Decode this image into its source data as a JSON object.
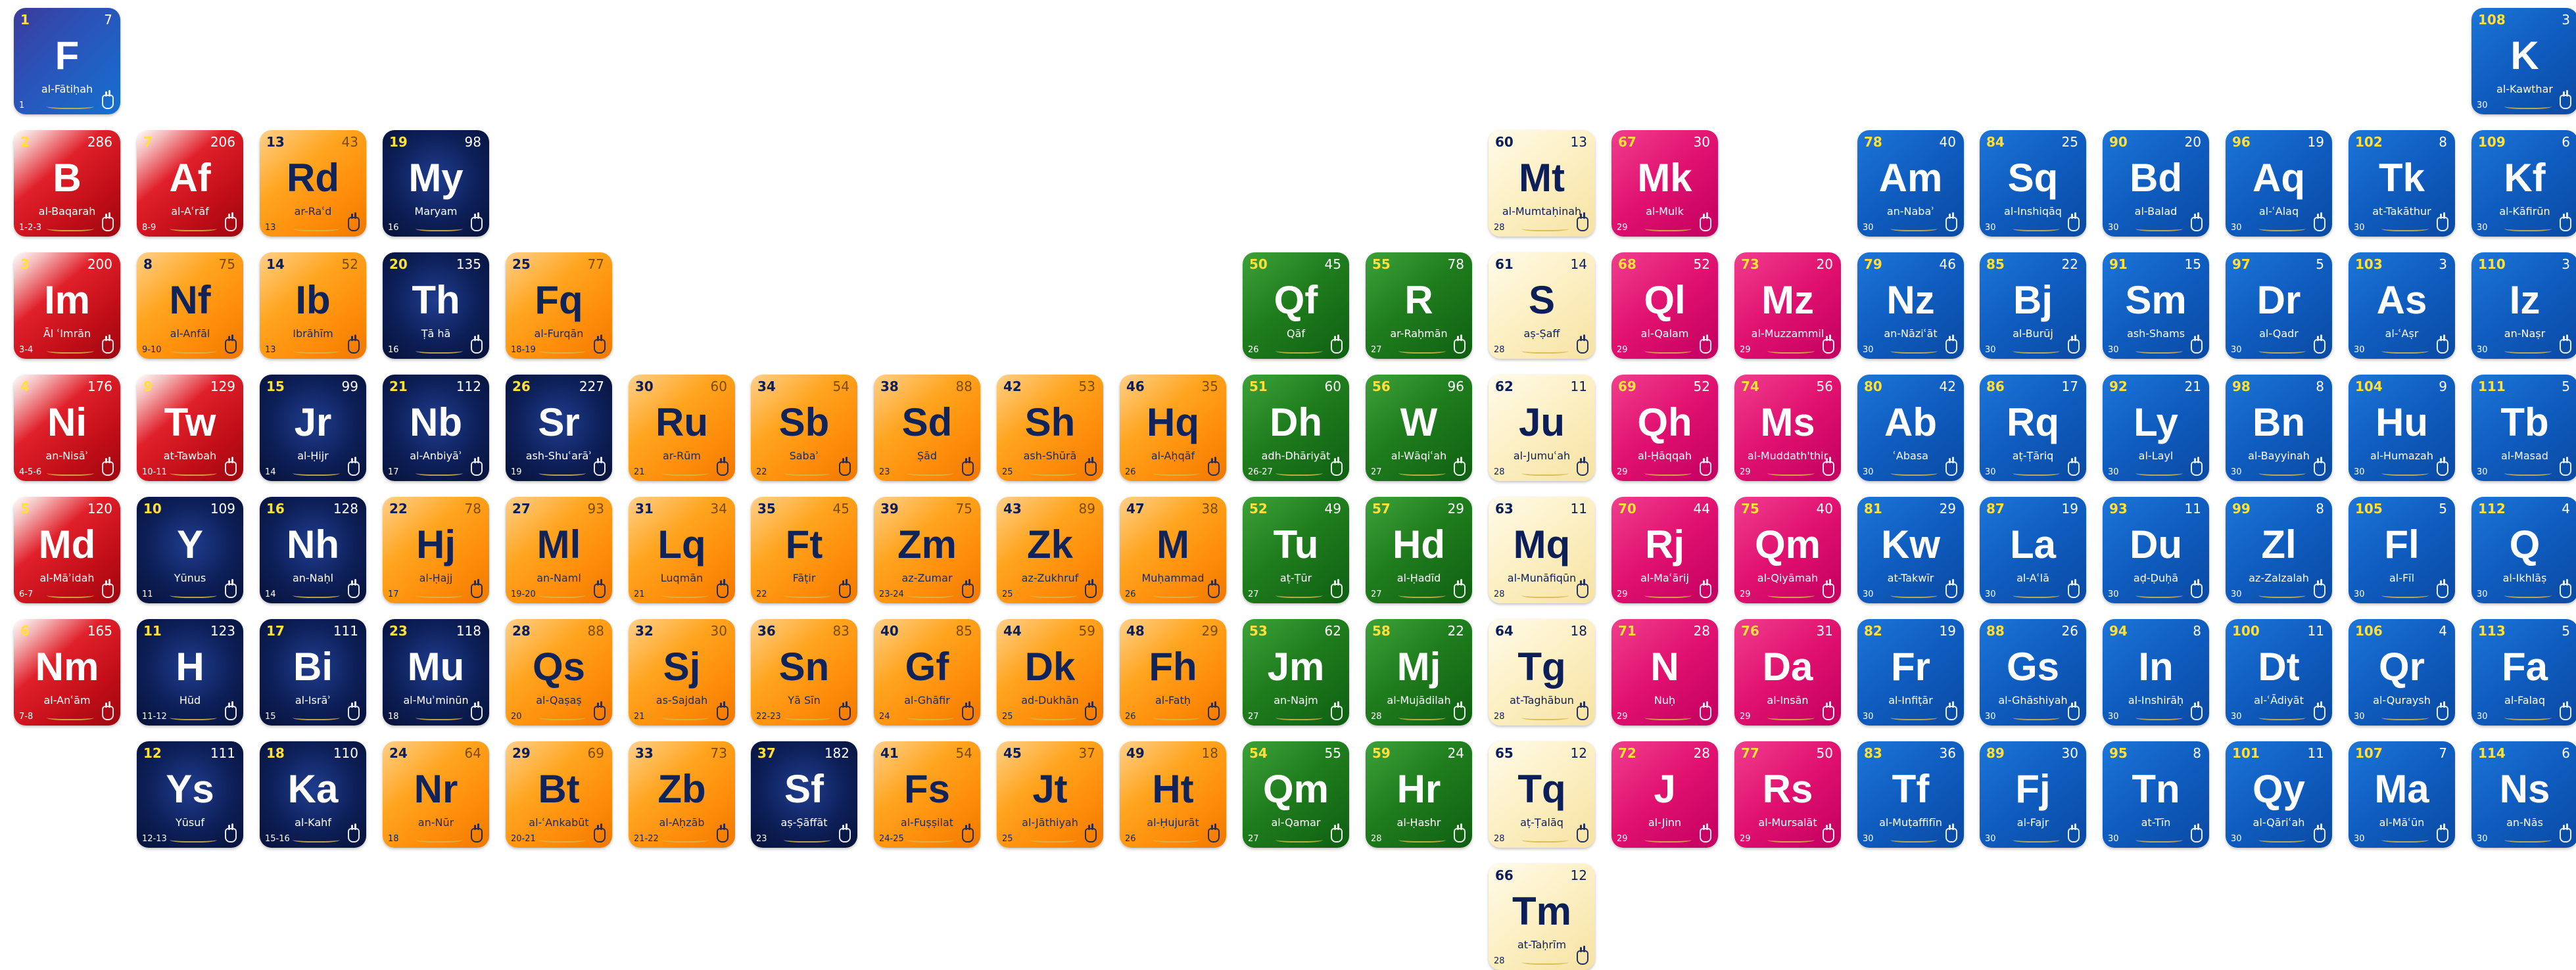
{
  "palette": {
    "red": "#d01620",
    "orange": "#ff9a14",
    "navy": "#0d1f58",
    "green": "#1f7d1d",
    "cream": "#fcefc2",
    "pink": "#e0106f",
    "blue": "#0f5cbf"
  },
  "tiles": [
    {
      "n": "1",
      "sym": "F",
      "name": "al-Fātiḥah",
      "ayah": "7",
      "juz": "1",
      "row": 0,
      "col": 0,
      "color": "fatiha"
    },
    {
      "n": "108",
      "sym": "K",
      "name": "al-Kawthar",
      "ayah": "3",
      "juz": "30",
      "row": 0,
      "col": 20,
      "color": "blue"
    },
    {
      "n": "2",
      "sym": "B",
      "name": "al-Baqarah",
      "ayah": "286",
      "juz": "1-2-3",
      "row": 1,
      "col": 0,
      "color": "red"
    },
    {
      "n": "7",
      "sym": "Af",
      "name": "al-Aʿrāf",
      "ayah": "206",
      "juz": "8-9",
      "row": 1,
      "col": 1,
      "color": "red"
    },
    {
      "n": "13",
      "sym": "Rd",
      "name": "ar-Raʿd",
      "ayah": "43",
      "juz": "13",
      "row": 1,
      "col": 2,
      "color": "orange"
    },
    {
      "n": "19",
      "sym": "My",
      "name": "Maryam",
      "ayah": "98",
      "juz": "16",
      "row": 1,
      "col": 3,
      "color": "navy"
    },
    {
      "n": "60",
      "sym": "Mt",
      "name": "al-Mumtaḥinah",
      "ayah": "13",
      "juz": "28",
      "row": 1,
      "col": 12,
      "color": "cream"
    },
    {
      "n": "67",
      "sym": "Mk",
      "name": "al-Mulk",
      "ayah": "30",
      "juz": "29",
      "row": 1,
      "col": 13,
      "color": "pink"
    },
    {
      "n": "78",
      "sym": "Am",
      "name": "an-Nabaʾ",
      "ayah": "40",
      "juz": "30",
      "row": 1,
      "col": 15,
      "color": "blue"
    },
    {
      "n": "84",
      "sym": "Sq",
      "name": "al-Inshiqāq",
      "ayah": "25",
      "juz": "30",
      "row": 1,
      "col": 16,
      "color": "blue"
    },
    {
      "n": "90",
      "sym": "Bd",
      "name": "al-Balad",
      "ayah": "20",
      "juz": "30",
      "row": 1,
      "col": 17,
      "color": "blue"
    },
    {
      "n": "96",
      "sym": "Aq",
      "name": "al-ʿAlaq",
      "ayah": "19",
      "juz": "30",
      "row": 1,
      "col": 18,
      "color": "blue"
    },
    {
      "n": "102",
      "sym": "Tk",
      "name": "at-Takāthur",
      "ayah": "8",
      "juz": "30",
      "row": 1,
      "col": 19,
      "color": "blue"
    },
    {
      "n": "109",
      "sym": "Kf",
      "name": "al-Kāfirūn",
      "ayah": "6",
      "juz": "30",
      "row": 1,
      "col": 20,
      "color": "blue"
    },
    {
      "n": "3",
      "sym": "Im",
      "name": "Āl ʿImrān",
      "ayah": "200",
      "juz": "3-4",
      "row": 2,
      "col": 0,
      "color": "red"
    },
    {
      "n": "8",
      "sym": "Nf",
      "name": "al-Anfāl",
      "ayah": "75",
      "juz": "9-10",
      "row": 2,
      "col": 1,
      "color": "orange"
    },
    {
      "n": "14",
      "sym": "Ib",
      "name": "Ibrāhīm",
      "ayah": "52",
      "juz": "13",
      "row": 2,
      "col": 2,
      "color": "orange"
    },
    {
      "n": "20",
      "sym": "Th",
      "name": "Ṭā hā",
      "ayah": "135",
      "juz": "16",
      "row": 2,
      "col": 3,
      "color": "navy"
    },
    {
      "n": "25",
      "sym": "Fq",
      "name": "al-Furqān",
      "ayah": "77",
      "juz": "18-19",
      "row": 2,
      "col": 4,
      "color": "orange"
    },
    {
      "n": "50",
      "sym": "Qf",
      "name": "Qāf",
      "ayah": "45",
      "juz": "26",
      "row": 2,
      "col": 10,
      "color": "green"
    },
    {
      "n": "55",
      "sym": "R",
      "name": "ar-Raḥmān",
      "ayah": "78",
      "juz": "27",
      "row": 2,
      "col": 11,
      "color": "green"
    },
    {
      "n": "61",
      "sym": "S",
      "name": "aṣ-Ṣaff",
      "ayah": "14",
      "juz": "28",
      "row": 2,
      "col": 12,
      "color": "cream"
    },
    {
      "n": "68",
      "sym": "Ql",
      "name": "al-Qalam",
      "ayah": "52",
      "juz": "29",
      "row": 2,
      "col": 13,
      "color": "pink"
    },
    {
      "n": "73",
      "sym": "Mz",
      "name": "al-Muzzammil",
      "ayah": "20",
      "juz": "29",
      "row": 2,
      "col": 14,
      "color": "pink"
    },
    {
      "n": "79",
      "sym": "Nz",
      "name": "an-Nāziʿāt",
      "ayah": "46",
      "juz": "30",
      "row": 2,
      "col": 15,
      "color": "blue"
    },
    {
      "n": "85",
      "sym": "Bj",
      "name": "al-Burūj",
      "ayah": "22",
      "juz": "30",
      "row": 2,
      "col": 16,
      "color": "blue"
    },
    {
      "n": "91",
      "sym": "Sm",
      "name": "ash-Shams",
      "ayah": "15",
      "juz": "30",
      "row": 2,
      "col": 17,
      "color": "blue"
    },
    {
      "n": "97",
      "sym": "Dr",
      "name": "al-Qadr",
      "ayah": "5",
      "juz": "30",
      "row": 2,
      "col": 18,
      "color": "blue"
    },
    {
      "n": "103",
      "sym": "As",
      "name": "al-ʿAṣr",
      "ayah": "3",
      "juz": "30",
      "row": 2,
      "col": 19,
      "color": "blue"
    },
    {
      "n": "110",
      "sym": "Iz",
      "name": "an-Naṣr",
      "ayah": "3",
      "juz": "30",
      "row": 2,
      "col": 20,
      "color": "blue"
    },
    {
      "n": "4",
      "sym": "Ni",
      "name": "an-Nisāʾ",
      "ayah": "176",
      "juz": "4-5-6",
      "row": 3,
      "col": 0,
      "color": "red"
    },
    {
      "n": "9",
      "sym": "Tw",
      "name": "at-Tawbah",
      "ayah": "129",
      "juz": "10-11",
      "row": 3,
      "col": 1,
      "color": "red"
    },
    {
      "n": "15",
      "sym": "Jr",
      "name": "al-Ḥijr",
      "ayah": "99",
      "juz": "14",
      "row": 3,
      "col": 2,
      "color": "navy"
    },
    {
      "n": "21",
      "sym": "Nb",
      "name": "al-Anbiyāʾ",
      "ayah": "112",
      "juz": "17",
      "row": 3,
      "col": 3,
      "color": "navy"
    },
    {
      "n": "26",
      "sym": "Sr",
      "name": "ash-Shuʿarāʾ",
      "ayah": "227",
      "juz": "19",
      "row": 3,
      "col": 4,
      "color": "navy"
    },
    {
      "n": "30",
      "sym": "Ru",
      "name": "ar-Rūm",
      "ayah": "60",
      "juz": "21",
      "row": 3,
      "col": 5,
      "color": "orange"
    },
    {
      "n": "34",
      "sym": "Sb",
      "name": "Sabaʾ",
      "ayah": "54",
      "juz": "22",
      "row": 3,
      "col": 6,
      "color": "orange"
    },
    {
      "n": "38",
      "sym": "Sd",
      "name": "Ṣād",
      "ayah": "88",
      "juz": "23",
      "row": 3,
      "col": 7,
      "color": "orange"
    },
    {
      "n": "42",
      "sym": "Sh",
      "name": "ash-Shūrā",
      "ayah": "53",
      "juz": "25",
      "row": 3,
      "col": 8,
      "color": "orange"
    },
    {
      "n": "46",
      "sym": "Hq",
      "name": "al-Aḥqāf",
      "ayah": "35",
      "juz": "26",
      "row": 3,
      "col": 9,
      "color": "orange"
    },
    {
      "n": "51",
      "sym": "Dh",
      "name": "adh-Dhāriyāt",
      "ayah": "60",
      "juz": "26-27",
      "row": 3,
      "col": 10,
      "color": "green"
    },
    {
      "n": "56",
      "sym": "W",
      "name": "al-Wāqiʿah",
      "ayah": "96",
      "juz": "27",
      "row": 3,
      "col": 11,
      "color": "green"
    },
    {
      "n": "62",
      "sym": "Ju",
      "name": "al-Jumuʿah",
      "ayah": "11",
      "juz": "28",
      "row": 3,
      "col": 12,
      "color": "cream"
    },
    {
      "n": "69",
      "sym": "Qh",
      "name": "al-Ḥāqqah",
      "ayah": "52",
      "juz": "29",
      "row": 3,
      "col": 13,
      "color": "pink"
    },
    {
      "n": "74",
      "sym": "Ms",
      "name": "al-Muddath'thir",
      "ayah": "56",
      "juz": "29",
      "row": 3,
      "col": 14,
      "color": "pink"
    },
    {
      "n": "80",
      "sym": "Ab",
      "name": "ʿAbasa",
      "ayah": "42",
      "juz": "30",
      "row": 3,
      "col": 15,
      "color": "blue"
    },
    {
      "n": "86",
      "sym": "Rq",
      "name": "aṭ-Ṭāriq",
      "ayah": "17",
      "juz": "30",
      "row": 3,
      "col": 16,
      "color": "blue"
    },
    {
      "n": "92",
      "sym": "Ly",
      "name": "al-Layl",
      "ayah": "21",
      "juz": "30",
      "row": 3,
      "col": 17,
      "color": "blue"
    },
    {
      "n": "98",
      "sym": "Bn",
      "name": "al-Bayyinah",
      "ayah": "8",
      "juz": "30",
      "row": 3,
      "col": 18,
      "color": "blue"
    },
    {
      "n": "104",
      "sym": "Hu",
      "name": "al-Humazah",
      "ayah": "9",
      "juz": "30",
      "row": 3,
      "col": 19,
      "color": "blue"
    },
    {
      "n": "111",
      "sym": "Tb",
      "name": "al-Masad",
      "ayah": "5",
      "juz": "30",
      "row": 3,
      "col": 20,
      "color": "blue"
    },
    {
      "n": "5",
      "sym": "Md",
      "name": "al-Māʾidah",
      "ayah": "120",
      "juz": "6-7",
      "row": 4,
      "col": 0,
      "color": "red"
    },
    {
      "n": "10",
      "sym": "Y",
      "name": "Yūnus",
      "ayah": "109",
      "juz": "11",
      "row": 4,
      "col": 1,
      "color": "navy"
    },
    {
      "n": "16",
      "sym": "Nh",
      "name": "an-Naḥl",
      "ayah": "128",
      "juz": "14",
      "row": 4,
      "col": 2,
      "color": "navy"
    },
    {
      "n": "22",
      "sym": "Hj",
      "name": "al-Ḥajj",
      "ayah": "78",
      "juz": "17",
      "row": 4,
      "col": 3,
      "color": "orange"
    },
    {
      "n": "27",
      "sym": "Ml",
      "name": "an-Naml",
      "ayah": "93",
      "juz": "19-20",
      "row": 4,
      "col": 4,
      "color": "orange"
    },
    {
      "n": "31",
      "sym": "Lq",
      "name": "Luqmān",
      "ayah": "34",
      "juz": "21",
      "row": 4,
      "col": 5,
      "color": "orange"
    },
    {
      "n": "35",
      "sym": "Ft",
      "name": "Fāṭir",
      "ayah": "45",
      "juz": "22",
      "row": 4,
      "col": 6,
      "color": "orange"
    },
    {
      "n": "39",
      "sym": "Zm",
      "name": "az-Zumar",
      "ayah": "75",
      "juz": "23-24",
      "row": 4,
      "col": 7,
      "color": "orange"
    },
    {
      "n": "43",
      "sym": "Zk",
      "name": "az-Zukhruf",
      "ayah": "89",
      "juz": "25",
      "row": 4,
      "col": 8,
      "color": "orange"
    },
    {
      "n": "47",
      "sym": "M",
      "name": "Muḥammad",
      "ayah": "38",
      "juz": "26",
      "row": 4,
      "col": 9,
      "color": "orange"
    },
    {
      "n": "52",
      "sym": "Tu",
      "name": "aṭ-Ṭūr",
      "ayah": "49",
      "juz": "27",
      "row": 4,
      "col": 10,
      "color": "green"
    },
    {
      "n": "57",
      "sym": "Hd",
      "name": "al-Ḥadīd",
      "ayah": "29",
      "juz": "27",
      "row": 4,
      "col": 11,
      "color": "green"
    },
    {
      "n": "63",
      "sym": "Mq",
      "name": "al-Munāfiqūn",
      "ayah": "11",
      "juz": "28",
      "row": 4,
      "col": 12,
      "color": "cream"
    },
    {
      "n": "70",
      "sym": "Rj",
      "name": "al-Maʿārij",
      "ayah": "44",
      "juz": "29",
      "row": 4,
      "col": 13,
      "color": "pink"
    },
    {
      "n": "75",
      "sym": "Qm",
      "name": "al-Qiyāmah",
      "ayah": "40",
      "juz": "29",
      "row": 4,
      "col": 14,
      "color": "pink"
    },
    {
      "n": "81",
      "sym": "Kw",
      "name": "at-Takwīr",
      "ayah": "29",
      "juz": "30",
      "row": 4,
      "col": 15,
      "color": "blue"
    },
    {
      "n": "87",
      "sym": "La",
      "name": "al-Aʿlā",
      "ayah": "19",
      "juz": "30",
      "row": 4,
      "col": 16,
      "color": "blue"
    },
    {
      "n": "93",
      "sym": "Du",
      "name": "aḍ-Ḍuḥā",
      "ayah": "11",
      "juz": "30",
      "row": 4,
      "col": 17,
      "color": "blue"
    },
    {
      "n": "99",
      "sym": "Zl",
      "name": "az-Zalzalah",
      "ayah": "8",
      "juz": "30",
      "row": 4,
      "col": 18,
      "color": "blue"
    },
    {
      "n": "105",
      "sym": "Fl",
      "name": "al-Fīl",
      "ayah": "5",
      "juz": "30",
      "row": 4,
      "col": 19,
      "color": "blue"
    },
    {
      "n": "112",
      "sym": "Q",
      "name": "al-Ikhlāṣ",
      "ayah": "4",
      "juz": "30",
      "row": 4,
      "col": 20,
      "color": "blue"
    },
    {
      "n": "6",
      "sym": "Nm",
      "name": "al-Anʿām",
      "ayah": "165",
      "juz": "7-8",
      "row": 5,
      "col": 0,
      "color": "red"
    },
    {
      "n": "11",
      "sym": "H",
      "name": "Hūd",
      "ayah": "123",
      "juz": "11-12",
      "row": 5,
      "col": 1,
      "color": "navy"
    },
    {
      "n": "17",
      "sym": "Bi",
      "name": "al-Isrāʾ",
      "ayah": "111",
      "juz": "15",
      "row": 5,
      "col": 2,
      "color": "navy"
    },
    {
      "n": "23",
      "sym": "Mu",
      "name": "al-Muʾminūn",
      "ayah": "118",
      "juz": "18",
      "row": 5,
      "col": 3,
      "color": "navy"
    },
    {
      "n": "28",
      "sym": "Qs",
      "name": "al-Qaṣaṣ",
      "ayah": "88",
      "juz": "20",
      "row": 5,
      "col": 4,
      "color": "orange"
    },
    {
      "n": "32",
      "sym": "Sj",
      "name": "as-Sajdah",
      "ayah": "30",
      "juz": "21",
      "row": 5,
      "col": 5,
      "color": "orange"
    },
    {
      "n": "36",
      "sym": "Sn",
      "name": "Yā Sīn",
      "ayah": "83",
      "juz": "22-23",
      "row": 5,
      "col": 6,
      "color": "orange"
    },
    {
      "n": "40",
      "sym": "Gf",
      "name": "al-Ghāfir",
      "ayah": "85",
      "juz": "24",
      "row": 5,
      "col": 7,
      "color": "orange"
    },
    {
      "n": "44",
      "sym": "Dk",
      "name": "ad-Dukhān",
      "ayah": "59",
      "juz": "25",
      "row": 5,
      "col": 8,
      "color": "orange"
    },
    {
      "n": "48",
      "sym": "Fh",
      "name": "al-Fatḥ",
      "ayah": "29",
      "juz": "26",
      "row": 5,
      "col": 9,
      "color": "orange"
    },
    {
      "n": "53",
      "sym": "Jm",
      "name": "an-Najm",
      "ayah": "62",
      "juz": "27",
      "row": 5,
      "col": 10,
      "color": "green"
    },
    {
      "n": "58",
      "sym": "Mj",
      "name": "al-Mujādilah",
      "ayah": "22",
      "juz": "28",
      "row": 5,
      "col": 11,
      "color": "green"
    },
    {
      "n": "64",
      "sym": "Tg",
      "name": "at-Taghābun",
      "ayah": "18",
      "juz": "28",
      "row": 5,
      "col": 12,
      "color": "cream"
    },
    {
      "n": "71",
      "sym": "N",
      "name": "Nuḥ",
      "ayah": "28",
      "juz": "29",
      "row": 5,
      "col": 13,
      "color": "pink"
    },
    {
      "n": "76",
      "sym": "Da",
      "name": "al-Insān",
      "ayah": "31",
      "juz": "29",
      "row": 5,
      "col": 14,
      "color": "pink"
    },
    {
      "n": "82",
      "sym": "Fr",
      "name": "al-Infiṭār",
      "ayah": "19",
      "juz": "30",
      "row": 5,
      "col": 15,
      "color": "blue"
    },
    {
      "n": "88",
      "sym": "Gs",
      "name": "al-Ghāshiyah",
      "ayah": "26",
      "juz": "30",
      "row": 5,
      "col": 16,
      "color": "blue"
    },
    {
      "n": "94",
      "sym": "In",
      "name": "al-Inshirāḥ",
      "ayah": "8",
      "juz": "30",
      "row": 5,
      "col": 17,
      "color": "blue"
    },
    {
      "n": "100",
      "sym": "Dt",
      "name": "al-ʿĀdiyāt",
      "ayah": "11",
      "juz": "30",
      "row": 5,
      "col": 18,
      "color": "blue"
    },
    {
      "n": "106",
      "sym": "Qr",
      "name": "al-Quraysh",
      "ayah": "4",
      "juz": "30",
      "row": 5,
      "col": 19,
      "color": "blue"
    },
    {
      "n": "113",
      "sym": "Fa",
      "name": "al-Falaq",
      "ayah": "5",
      "juz": "30",
      "row": 5,
      "col": 20,
      "color": "blue"
    },
    {
      "n": "12",
      "sym": "Ys",
      "name": "Yūsuf",
      "ayah": "111",
      "juz": "12-13",
      "row": 6,
      "col": 1,
      "color": "navy"
    },
    {
      "n": "18",
      "sym": "Ka",
      "name": "al-Kahf",
      "ayah": "110",
      "juz": "15-16",
      "row": 6,
      "col": 2,
      "color": "navy"
    },
    {
      "n": "24",
      "sym": "Nr",
      "name": "an-Nūr",
      "ayah": "64",
      "juz": "18",
      "row": 6,
      "col": 3,
      "color": "orange"
    },
    {
      "n": "29",
      "sym": "Bt",
      "name": "al-ʿAnkabūt",
      "ayah": "69",
      "juz": "20-21",
      "row": 6,
      "col": 4,
      "color": "orange"
    },
    {
      "n": "33",
      "sym": "Zb",
      "name": "al-Aḥzāb",
      "ayah": "73",
      "juz": "21-22",
      "row": 6,
      "col": 5,
      "color": "orange"
    },
    {
      "n": "37",
      "sym": "Sf",
      "name": "aṣ-Ṣāffāt",
      "ayah": "182",
      "juz": "23",
      "row": 6,
      "col": 6,
      "color": "navy"
    },
    {
      "n": "41",
      "sym": "Fs",
      "name": "al-Fuṣṣilat",
      "ayah": "54",
      "juz": "24-25",
      "row": 6,
      "col": 7,
      "color": "orange"
    },
    {
      "n": "45",
      "sym": "Jt",
      "name": "al-Jāthiyah",
      "ayah": "37",
      "juz": "25",
      "row": 6,
      "col": 8,
      "color": "orange"
    },
    {
      "n": "49",
      "sym": "Ht",
      "name": "al-Ḥujurāt",
      "ayah": "18",
      "juz": "26",
      "row": 6,
      "col": 9,
      "color": "orange"
    },
    {
      "n": "54",
      "sym": "Qm",
      "name": "al-Qamar",
      "ayah": "55",
      "juz": "27",
      "row": 6,
      "col": 10,
      "color": "green"
    },
    {
      "n": "59",
      "sym": "Hr",
      "name": "al-Ḥashr",
      "ayah": "24",
      "juz": "28",
      "row": 6,
      "col": 11,
      "color": "green"
    },
    {
      "n": "65",
      "sym": "Tq",
      "name": "aṭ-Ṭalāq",
      "ayah": "12",
      "juz": "28",
      "row": 6,
      "col": 12,
      "color": "cream"
    },
    {
      "n": "72",
      "sym": "J",
      "name": "al-Jinn",
      "ayah": "28",
      "juz": "29",
      "row": 6,
      "col": 13,
      "color": "pink"
    },
    {
      "n": "77",
      "sym": "Rs",
      "name": "al-Mursalāt",
      "ayah": "50",
      "juz": "29",
      "row": 6,
      "col": 14,
      "color": "pink"
    },
    {
      "n": "83",
      "sym": "Tf",
      "name": "al-Muṭaffifīn",
      "ayah": "36",
      "juz": "30",
      "row": 6,
      "col": 15,
      "color": "blue"
    },
    {
      "n": "89",
      "sym": "Fj",
      "name": "al-Fajr",
      "ayah": "30",
      "juz": "30",
      "row": 6,
      "col": 16,
      "color": "blue"
    },
    {
      "n": "95",
      "sym": "Tn",
      "name": "at-Tīn",
      "ayah": "8",
      "juz": "30",
      "row": 6,
      "col": 17,
      "color": "blue"
    },
    {
      "n": "101",
      "sym": "Qy",
      "name": "al-Qāriʿah",
      "ayah": "11",
      "juz": "30",
      "row": 6,
      "col": 18,
      "color": "blue"
    },
    {
      "n": "107",
      "sym": "Ma",
      "name": "al-Māʿūn",
      "ayah": "7",
      "juz": "30",
      "row": 6,
      "col": 19,
      "color": "blue"
    },
    {
      "n": "114",
      "sym": "Ns",
      "name": "an-Nās",
      "ayah": "6",
      "juz": "30",
      "row": 6,
      "col": 20,
      "color": "blue"
    },
    {
      "n": "66",
      "sym": "Tm",
      "name": "at-Taḥrīm",
      "ayah": "12",
      "juz": "28",
      "row": 7,
      "col": 12,
      "color": "cream"
    }
  ]
}
